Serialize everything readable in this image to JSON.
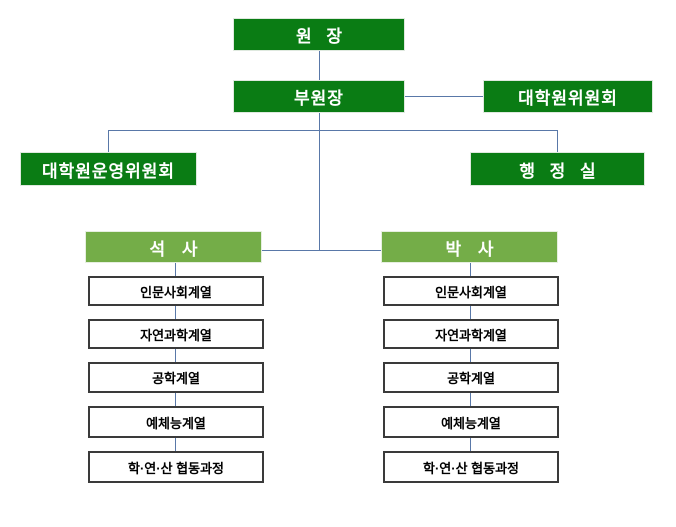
{
  "chart": {
    "title_node": {
      "label": "원  장"
    },
    "vice_node": {
      "label": "부원장"
    },
    "committee_node": {
      "label": "대학원위원회"
    },
    "steering_node": {
      "label": "대학원운영위원회"
    },
    "admin_node": {
      "label": "행 정 실"
    },
    "colors": {
      "primary_green": "#0a7c14",
      "degree_green": "#74ad48",
      "connector_blue": "#5978a8",
      "leaf_border": "#3a3a3a",
      "leaf_background": "#ffffff",
      "node_text": "#ffffff",
      "leaf_text": "#000000"
    },
    "columns": [
      {
        "header": "석 사",
        "items": [
          "인문사회계열",
          "자연과학계열",
          "공학계열",
          "예체능계열",
          "학·연·산 협동과정"
        ]
      },
      {
        "header": "박 사",
        "items": [
          "인문사회계열",
          "자연과학계열",
          "공학계열",
          "예체능계열",
          "학·연·산 협동과정"
        ]
      }
    ]
  }
}
